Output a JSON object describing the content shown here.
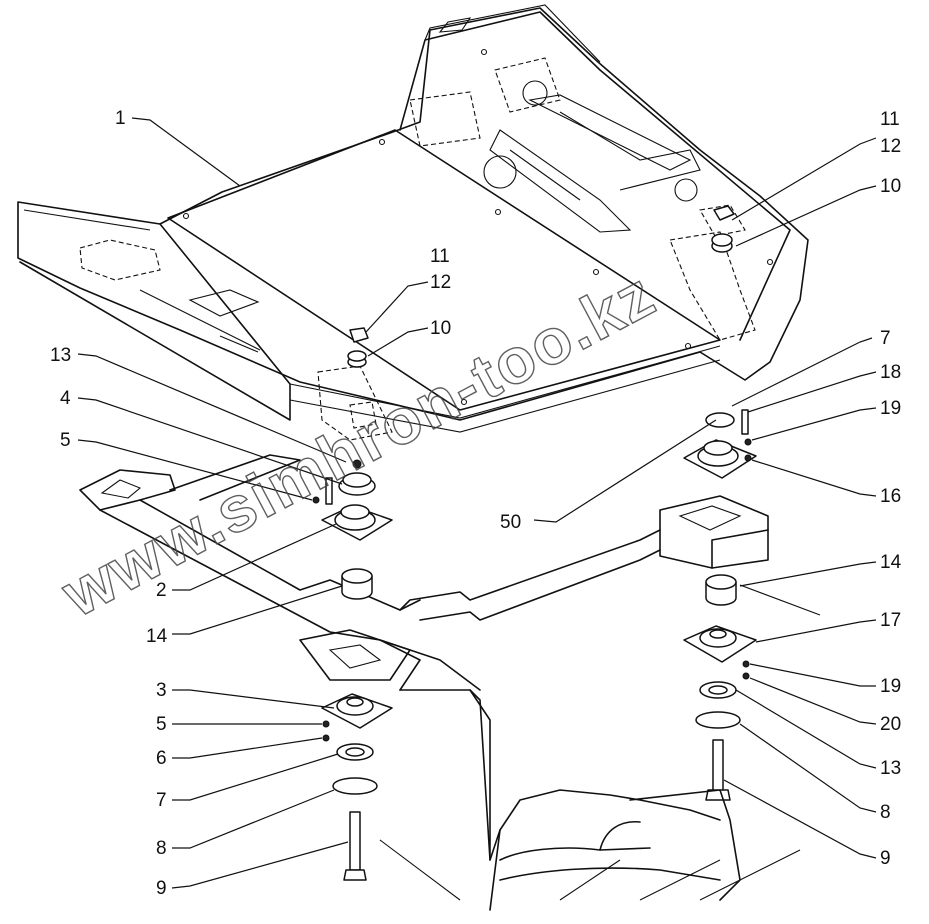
{
  "watermark": "www.simhron-too.kz",
  "callouts": [
    {
      "id": "c1",
      "label": "1"
    },
    {
      "id": "c11r",
      "label": "11"
    },
    {
      "id": "c12r",
      "label": "12"
    },
    {
      "id": "c10r",
      "label": "10"
    },
    {
      "id": "c11m",
      "label": "11"
    },
    {
      "id": "c12m",
      "label": "12"
    },
    {
      "id": "c10m",
      "label": "10"
    },
    {
      "id": "c13l",
      "label": "13"
    },
    {
      "id": "c4",
      "label": "4"
    },
    {
      "id": "c5l",
      "label": "5"
    },
    {
      "id": "c7r",
      "label": "7"
    },
    {
      "id": "c18",
      "label": "18"
    },
    {
      "id": "c19r",
      "label": "19"
    },
    {
      "id": "c16",
      "label": "16"
    },
    {
      "id": "c50",
      "label": "50"
    },
    {
      "id": "c2",
      "label": "2"
    },
    {
      "id": "c14l",
      "label": "14"
    },
    {
      "id": "c14r",
      "label": "14"
    },
    {
      "id": "c17",
      "label": "17"
    },
    {
      "id": "c3",
      "label": "3"
    },
    {
      "id": "c5b",
      "label": "5"
    },
    {
      "id": "c6",
      "label": "6"
    },
    {
      "id": "c7b",
      "label": "7"
    },
    {
      "id": "c8l",
      "label": "8"
    },
    {
      "id": "c9l",
      "label": "9"
    },
    {
      "id": "c19b",
      "label": "19"
    },
    {
      "id": "c20",
      "label": "20"
    },
    {
      "id": "c13r",
      "label": "13"
    },
    {
      "id": "c8r",
      "label": "8"
    },
    {
      "id": "c9r",
      "label": "9"
    }
  ]
}
